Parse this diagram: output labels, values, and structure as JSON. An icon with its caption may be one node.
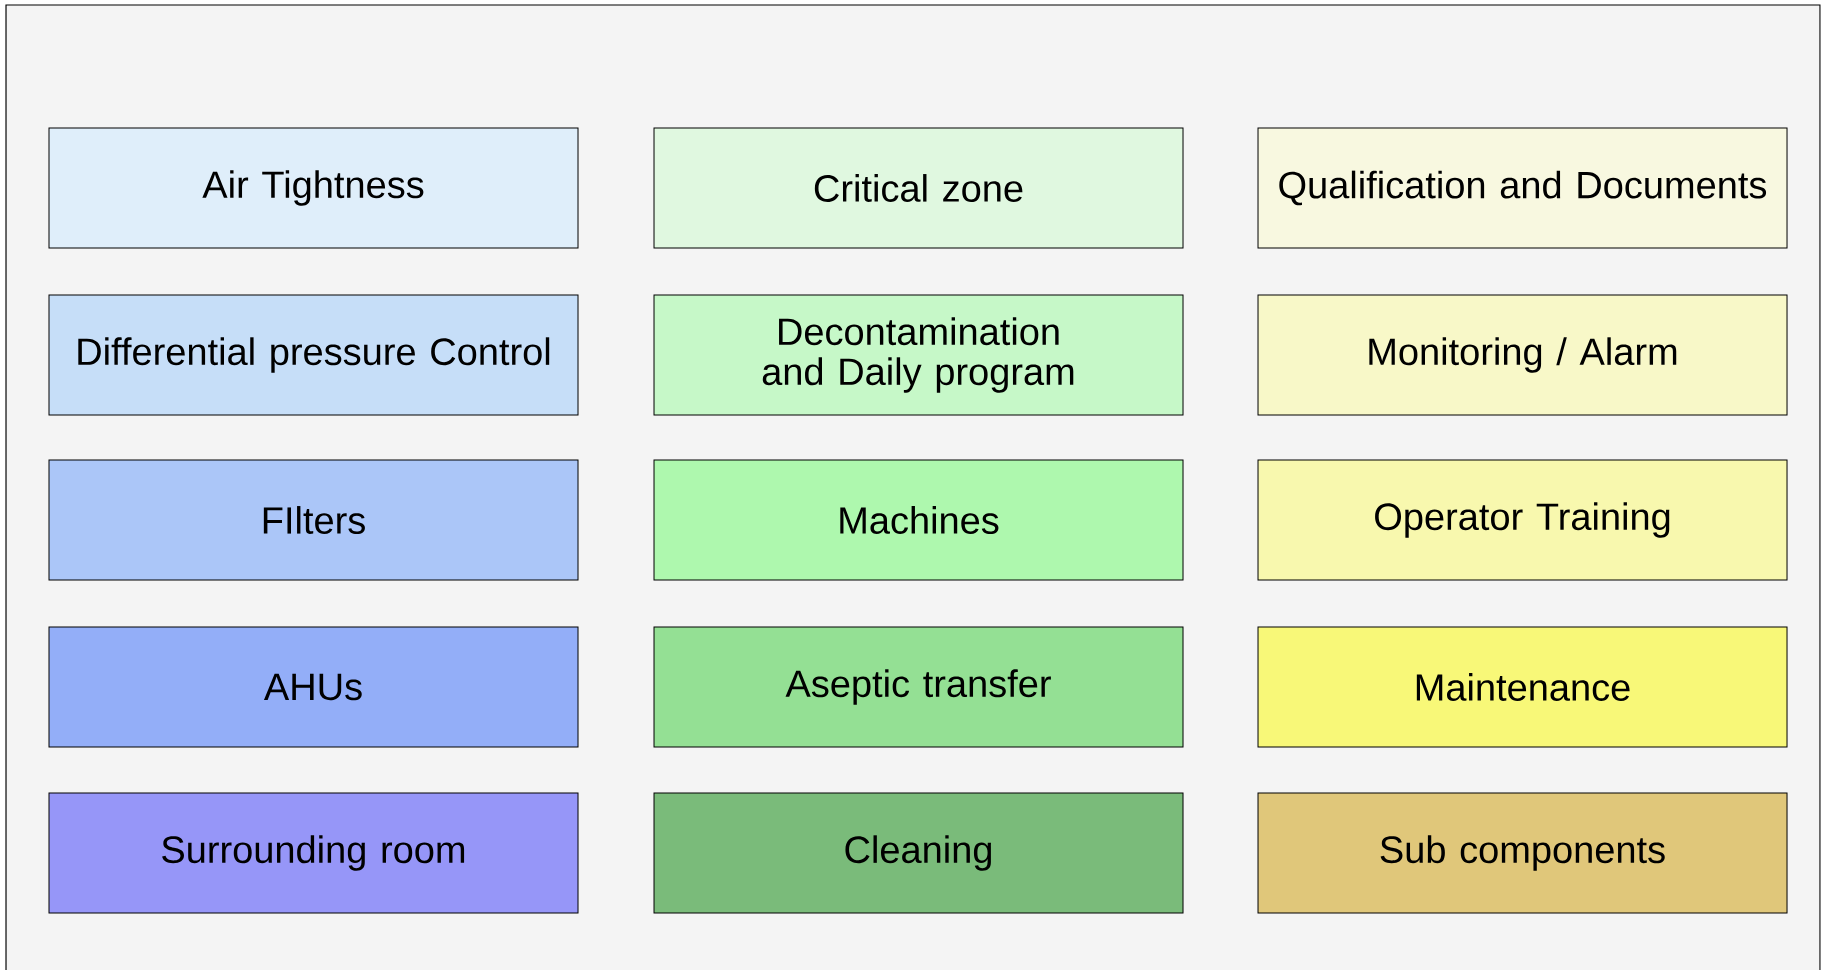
{
  "diagram": {
    "nodes": [
      {
        "text": [
          "Air Tightness"
        ]
      },
      {
        "text": [
          "Critical zone"
        ]
      },
      {
        "text": [
          "Qualification and Documents"
        ]
      },
      {
        "text": [
          "Differential pressure Control"
        ]
      },
      {
        "text": [
          "Decontamination and Daily program"
        ]
      },
      {
        "text": [
          "Monitoring / Alarm"
        ]
      },
      {
        "text": [
          "FIlters"
        ]
      },
      {
        "text": [
          "Machines"
        ]
      },
      {
        "text": [
          "Operator Training"
        ]
      },
      {
        "text": [
          "AHUs"
        ]
      },
      {
        "text": [
          "Aseptic transfer"
        ]
      },
      {
        "text": [
          "Maintenance"
        ]
      },
      {
        "text": [
          "Surrounding room"
        ]
      },
      {
        "text": [
          "Cleaning"
        ]
      },
      {
        "text": [
          "Sub components"
        ]
      }
    ]
  }
}
